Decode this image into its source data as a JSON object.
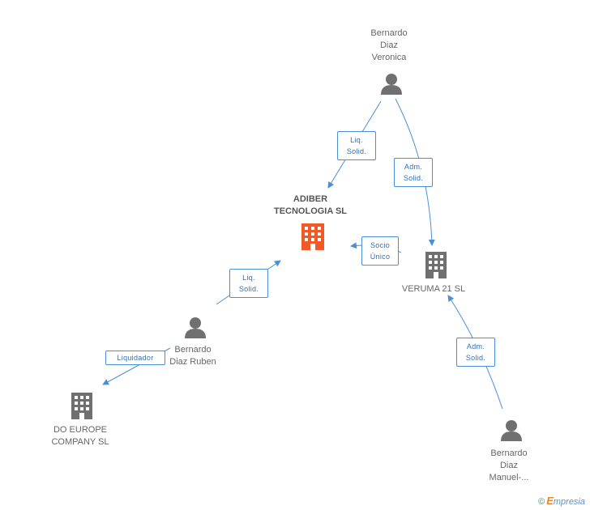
{
  "colors": {
    "edge": "#4a90d9",
    "person": "#707070",
    "company": "#707070",
    "main_company": "#f05a28"
  },
  "nodes": {
    "bernardo_veronica": {
      "label": "Bernardo\nDiaz\nVeronica",
      "icon": "person-icon"
    },
    "adiber": {
      "label": "ADIBER\nTECNOLOGIA SL",
      "icon": "building-icon"
    },
    "veruma": {
      "label": "VERUMA 21 SL",
      "icon": "building-icon"
    },
    "bernardo_ruben": {
      "label": "Bernardo\nDiaz Ruben",
      "icon": "person-icon"
    },
    "do_europe": {
      "label": "DO EUROPE\nCOMPANY SL",
      "icon": "building-icon"
    },
    "bernardo_manuel": {
      "label": "Bernardo\nDiaz\nManuel-...",
      "icon": "person-icon"
    }
  },
  "edges": {
    "veronica_adiber": "Liq.\nSolid.",
    "veronica_veruma": "Adm.\nSolid.",
    "veruma_adiber": "Socio\nÚnico",
    "ruben_adiber": "Liq.\nSolid.",
    "ruben_doeurope": "Liquidador",
    "manuel_veruma": "Adm.\nSolid."
  },
  "brand": {
    "copyright": "©",
    "initial": "E",
    "name": "mpresia"
  }
}
